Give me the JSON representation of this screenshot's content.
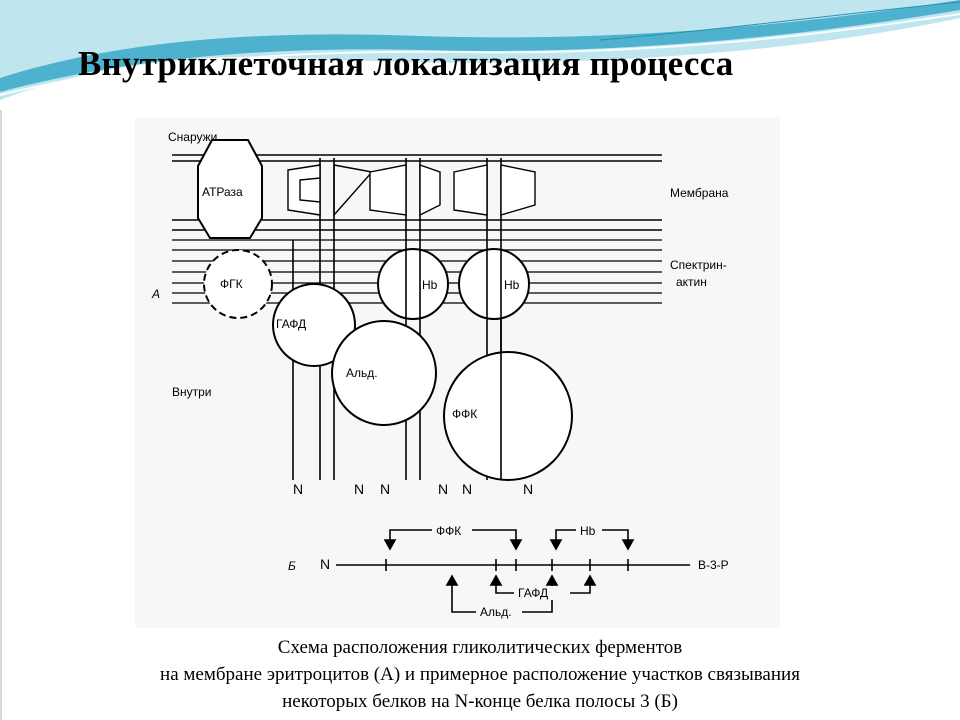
{
  "title": "Внутриклеточная локализация процесса",
  "colors": {
    "header_wave_light": "#bfe6ef",
    "header_wave_dark": "#3aa8c8",
    "line": "#000000"
  },
  "diagram_a": {
    "panel_label": "А",
    "outside_label": "Снаружи",
    "inside_label": "Внутри",
    "membrane_label": "Мембрана",
    "spectrin_label_1": "Спектрин-",
    "spectrin_label_2": "актин",
    "atpase_label": "АТРаза",
    "ffk_label_top": "ФГК",
    "gafd_label": "ГАФД",
    "ald_label": "Альд.",
    "ffk_label": "ФФК",
    "hb_label_1": "Hb",
    "hb_label_2": "Hb",
    "n_terminal": "N"
  },
  "diagram_b": {
    "panel_label": "Б",
    "n_label": "N",
    "c_label": "В-3-Р",
    "ffk_label": "ФФК",
    "hb_label": "Hb",
    "gafd_label": "ГАФД",
    "ald_label": "Альд."
  },
  "caption": {
    "line1": "Схема расположения гликолитических ферментов",
    "line2": "на мембране эритроцитов (А) и примерное расположение участков связывания",
    "line3": "некоторых белков на N-конце белка полосы 3 (Б)"
  }
}
